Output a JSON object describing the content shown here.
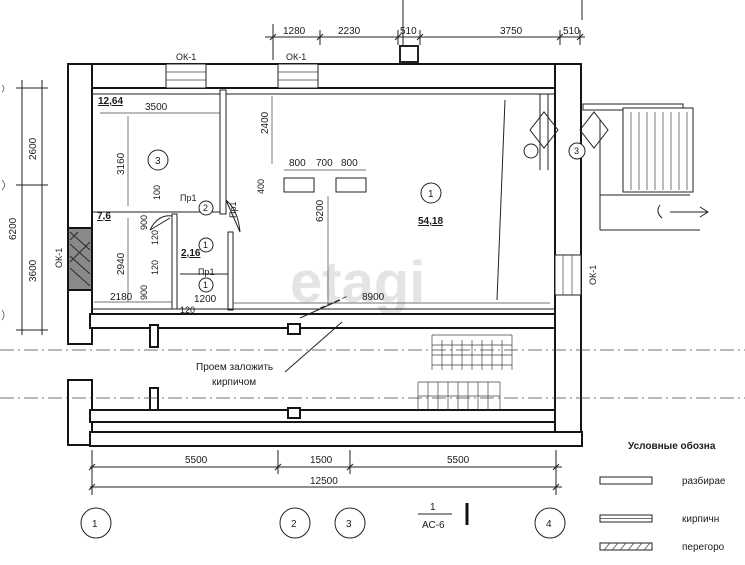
{
  "watermark": "etagi",
  "top_dims": [
    "1280",
    "2230",
    "510",
    "3750",
    "510"
  ],
  "window_labels": [
    "ОК-1",
    "ОК-1",
    "ОК-1",
    "ОК-1"
  ],
  "left_dims": [
    "2600",
    "6200",
    "3600"
  ],
  "rooms": {
    "r1_num": "1",
    "r1_area": "54,18",
    "r2_num": "2",
    "r3_num": "3",
    "r3b_num": "3",
    "r1b_num": "1",
    "r1c_num": "1",
    "area_1264": "12,64",
    "area_76": "7,6",
    "area_216": "2,16"
  },
  "inner_dims": {
    "d3500": "3500",
    "d3160": "3160",
    "d2400": "2400",
    "d800a": "800",
    "d700": "700",
    "d800b": "800",
    "d400": "400",
    "d6200": "6200",
    "d100": "100",
    "d900a": "900",
    "d120a": "120",
    "d2940": "2940",
    "d120b": "120",
    "d900b": "900",
    "d2180": "2180",
    "d1200": "1200",
    "d120c": "120",
    "d8900": "8900"
  },
  "door_labels": [
    "Пр1",
    "Пр1",
    "Пр1"
  ],
  "note": [
    "Проем заложить",
    "кирпичом"
  ],
  "bottom_dims": [
    "5500",
    "1500",
    "5500",
    "12500"
  ],
  "axes": [
    "1",
    "2",
    "3",
    "4"
  ],
  "section_mark": {
    "num": "1",
    "sheet": "АС-6"
  },
  "legend": {
    "title": "Условные обозна",
    "items": [
      "разбирае",
      "кирпичн",
      "перегоро"
    ]
  }
}
